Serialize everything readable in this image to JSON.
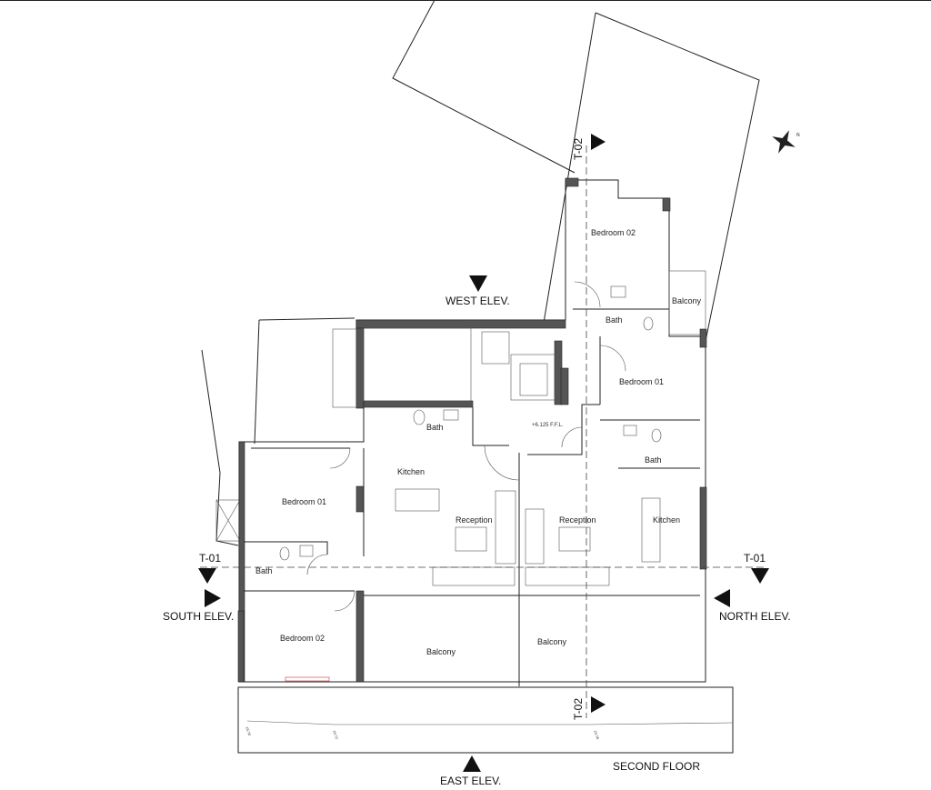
{
  "title": "SECOND FLOOR",
  "elevations": {
    "west": "WEST ELEV.",
    "south": "SOUTH ELEV.",
    "north": "NORTH ELEV.",
    "east": "EAST ELEV."
  },
  "sections": {
    "t01_left": "T-01",
    "t01_right": "T-01",
    "t02_top": "T-02",
    "t02_bottom": "T-02"
  },
  "level_mark": "+6.125 F.F.L.",
  "spot_levels": [
    "19.70",
    "19.72",
    "19.78"
  ],
  "rooms": {
    "left_bedroom_01": "Bedroom 01",
    "left_bedroom_02": "Bedroom 02",
    "left_bath": "Bath",
    "left_kitchen": "Kitchen",
    "left_reception": "Reception",
    "left_balcony": "Balcony",
    "core_bath": "Bath",
    "right_bedroom_01": "Bedroom 01",
    "right_bedroom_02": "Bedroom 02",
    "right_bath_upper": "Bath",
    "right_bath_lower": "Bath",
    "right_balcony_upper": "Balcony",
    "right_reception": "Reception",
    "right_kitchen": "Kitchen",
    "right_balcony": "Balcony"
  }
}
